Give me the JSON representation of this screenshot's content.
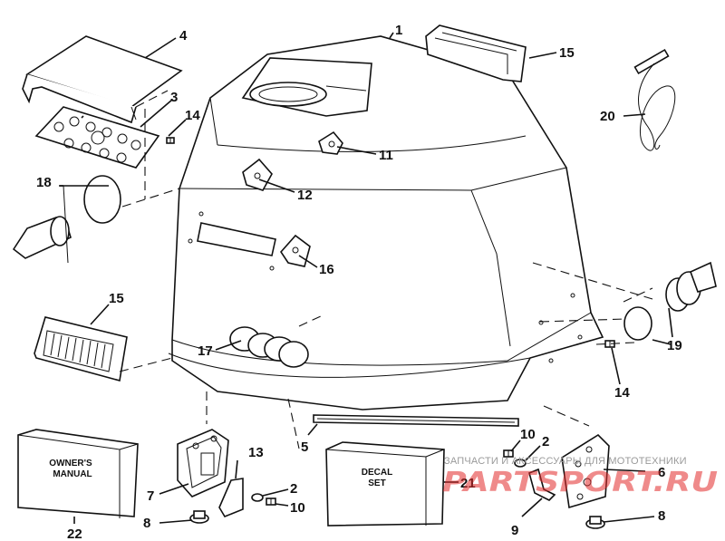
{
  "callouts": {
    "c1": "1",
    "c2a": "2",
    "c2b": "2",
    "c3": "3",
    "c4": "4",
    "c5": "5",
    "c6": "6",
    "c7": "7",
    "c8a": "8",
    "c8b": "8",
    "c9": "9",
    "c10a": "10",
    "c10b": "10",
    "c11": "11",
    "c12": "12",
    "c13": "13",
    "c14a": "14",
    "c14b": "14",
    "c15a": "15",
    "c15b": "15",
    "c16": "16",
    "c17": "17",
    "c18": "18",
    "c19": "19",
    "c20": "20",
    "c21": "21",
    "c22": "22"
  },
  "manual": {
    "line1": "OWNER'S",
    "line2": "MANUAL"
  },
  "decal": {
    "line1": "DECAL",
    "line2": "SET"
  },
  "watermark": {
    "tagline": "ЗАПЧАСТИ И АКСЕССУАРЫ ДЛЯ МОТОТЕХНИКИ",
    "logo": "PARTSPORT.RU",
    "color": "#e12a2a"
  }
}
